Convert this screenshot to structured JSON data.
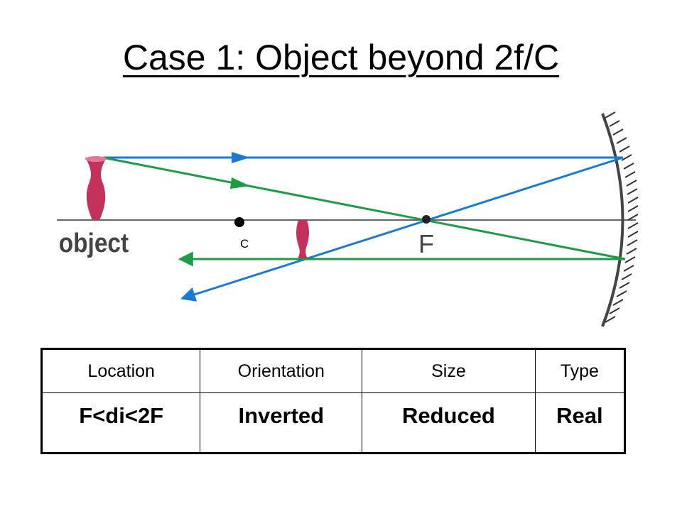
{
  "slide": {
    "title": "Case 1: Object beyond 2f/C"
  },
  "diagram": {
    "labels": {
      "object": "object",
      "center": "C",
      "focal": "F"
    },
    "colors": {
      "ray_blue": "#1b7ad0",
      "ray_green": "#1f9a46",
      "axis": "#666666",
      "object_fill": "#c2325a",
      "mirror_hatch": "#333333"
    },
    "rays": [
      {
        "name": "parallel-ray",
        "color": "blue",
        "description_visible": false
      },
      {
        "name": "focal-ray",
        "color": "green",
        "description_visible": false
      }
    ]
  },
  "table": {
    "headers": [
      "Location",
      "Orientation",
      "Size",
      "Type"
    ],
    "values": [
      "F<di<2F",
      "Inverted",
      "Reduced",
      "Real"
    ]
  }
}
